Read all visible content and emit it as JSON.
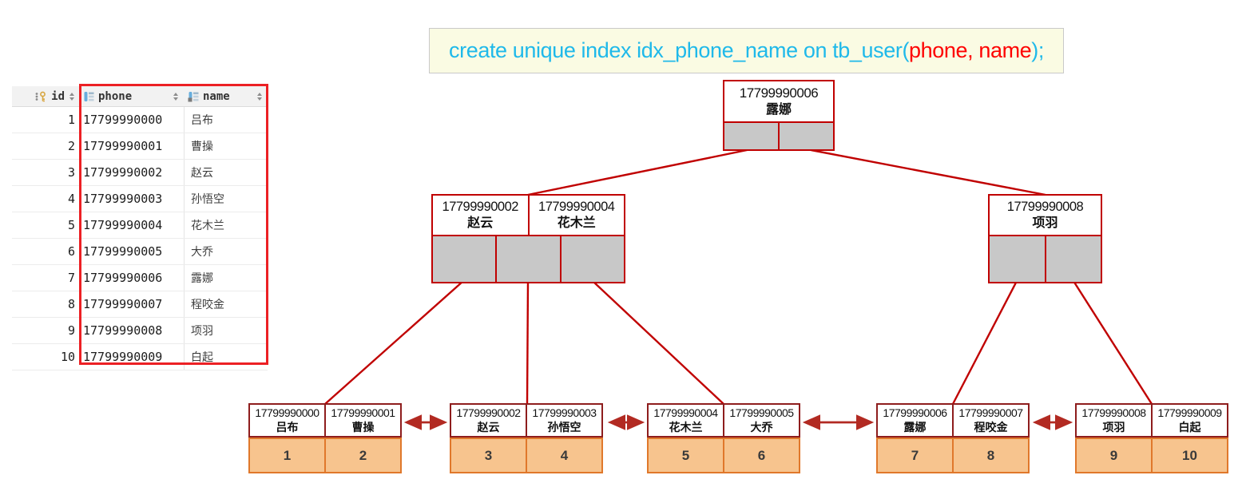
{
  "sql": {
    "prefix": "create unique index idx_phone_name on tb_user(",
    "highlight": "phone, name",
    "suffix": ");",
    "text_color": "#1fb9ea",
    "highlight_color": "#fe0000",
    "bg": "#fafbe3"
  },
  "table": {
    "columns": [
      {
        "label": "id",
        "icon": "primary-key-icon",
        "sortable": true
      },
      {
        "label": "phone",
        "icon": "column-icon",
        "sortable": true
      },
      {
        "label": "name",
        "icon": "column-icon",
        "sortable": true
      }
    ],
    "rows": [
      {
        "id": "1",
        "phone": "17799990000",
        "name": "吕布"
      },
      {
        "id": "2",
        "phone": "17799990001",
        "name": "曹操"
      },
      {
        "id": "3",
        "phone": "17799990002",
        "name": "赵云"
      },
      {
        "id": "4",
        "phone": "17799990003",
        "name": "孙悟空"
      },
      {
        "id": "5",
        "phone": "17799990004",
        "name": "花木兰"
      },
      {
        "id": "6",
        "phone": "17799990005",
        "name": "大乔"
      },
      {
        "id": "7",
        "phone": "17799990006",
        "name": "露娜"
      },
      {
        "id": "8",
        "phone": "17799990007",
        "name": "程咬金"
      },
      {
        "id": "9",
        "phone": "17799990008",
        "name": "项羽"
      },
      {
        "id": "10",
        "phone": "17799990009",
        "name": "白起"
      }
    ]
  },
  "tree": {
    "root": {
      "keys": [
        {
          "phone": "17799990006",
          "name": "露娜"
        }
      ],
      "pointers": 2
    },
    "internals": [
      {
        "keys": [
          {
            "phone": "17799990002",
            "name": "赵云"
          },
          {
            "phone": "17799990004",
            "name": "花木兰"
          }
        ],
        "pointers": 3
      },
      {
        "keys": [
          {
            "phone": "17799990008",
            "name": "项羽"
          }
        ],
        "pointers": 2
      }
    ],
    "leaves": [
      {
        "keys": [
          {
            "phone": "17799990000",
            "name": "吕布"
          },
          {
            "phone": "17799990001",
            "name": "曹操"
          }
        ],
        "ids": [
          "1",
          "2"
        ]
      },
      {
        "keys": [
          {
            "phone": "17799990002",
            "name": "赵云"
          },
          {
            "phone": "17799990003",
            "name": "孙悟空"
          }
        ],
        "ids": [
          "3",
          "4"
        ]
      },
      {
        "keys": [
          {
            "phone": "17799990004",
            "name": "花木兰"
          },
          {
            "phone": "17799990005",
            "name": "大乔"
          }
        ],
        "ids": [
          "5",
          "6"
        ]
      },
      {
        "keys": [
          {
            "phone": "17799990006",
            "name": "露娜"
          },
          {
            "phone": "17799990007",
            "name": "程咬金"
          }
        ],
        "ids": [
          "7",
          "8"
        ]
      },
      {
        "keys": [
          {
            "phone": "17799990008",
            "name": "项羽"
          },
          {
            "phone": "17799990009",
            "name": "白起"
          }
        ],
        "ids": [
          "9",
          "10"
        ]
      }
    ]
  },
  "colors": {
    "internal_border": "#c00000",
    "leaf_header_border": "#8e1d1d",
    "pointer_fill": "#c8c8c8",
    "orange_fill": "#f7c48e",
    "orange_border": "#e0782b",
    "tree_edge": "#c00000",
    "leaf_link_arrow": "#b22a22",
    "table_highlight": "#ec2024"
  }
}
